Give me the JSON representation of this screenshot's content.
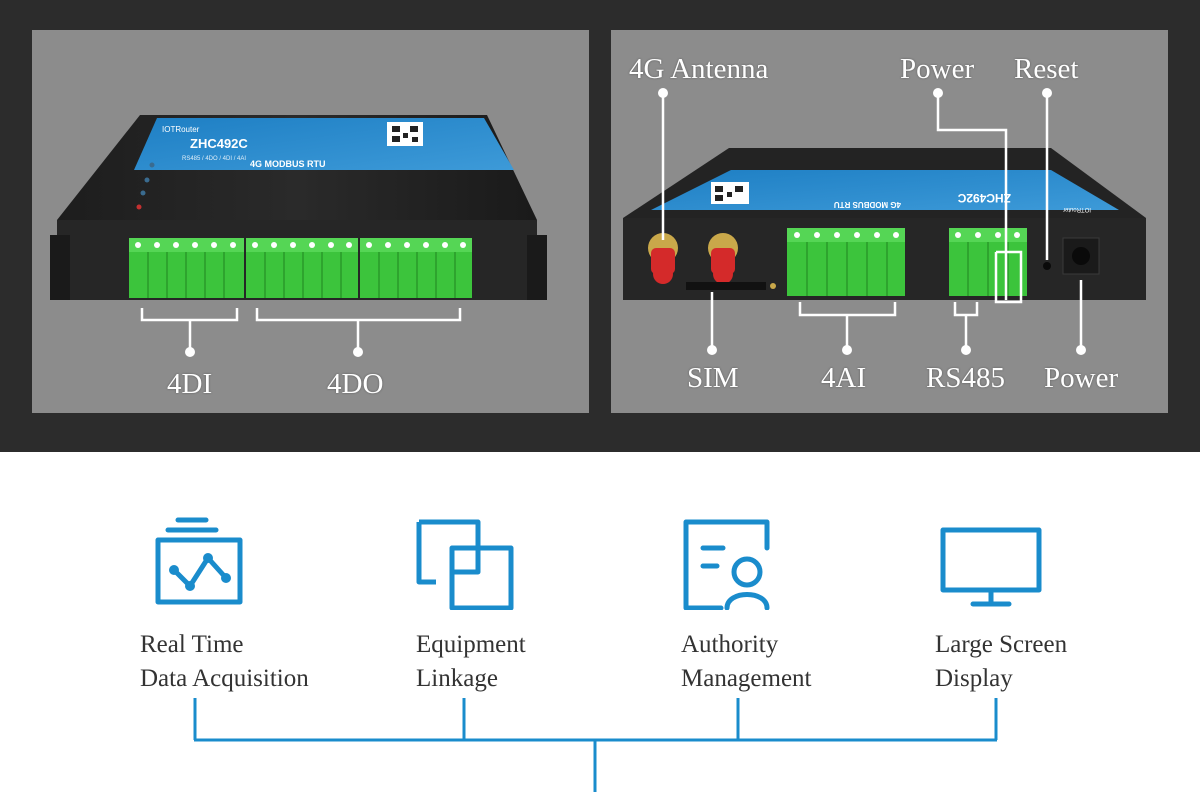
{
  "device_photos": {
    "left": {
      "device_brand": "IOTRouter",
      "device_model": "ZHC492C",
      "device_subtitle": "RS485 / 4DO / 4DI / 4AI",
      "device_band": "4G MODBUS RTU",
      "callouts": {
        "di": "4DI",
        "do": "4DO"
      }
    },
    "right": {
      "device_brand": "IOTRouter",
      "device_model": "ZHC492C",
      "device_band": "4G MODBUS RTU",
      "callouts": {
        "antenna": "4G Antenna",
        "power_top": "Power",
        "reset": "Reset",
        "sim": "SIM",
        "ai": "4AI",
        "rs485": "RS485",
        "power_bottom": "Power"
      }
    }
  },
  "features": [
    {
      "icon": "chart-monitor-icon",
      "line1": "Real Time",
      "line2": "Data Acquisition"
    },
    {
      "icon": "linked-squares-icon",
      "line1": "Equipment",
      "line2": "Linkage"
    },
    {
      "icon": "user-card-icon",
      "line1": "Authority",
      "line2": "Management"
    },
    {
      "icon": "monitor-icon",
      "line1": "Large Screen",
      "line2": "Display"
    }
  ],
  "colors": {
    "dark_band": "#2c2c2c",
    "panel_gray": "#8c8c8c",
    "accent_blue": "#1a8ccc",
    "terminal_green": "#3cc43c",
    "antenna_red": "#d42a2a",
    "label_text": "#333333"
  }
}
